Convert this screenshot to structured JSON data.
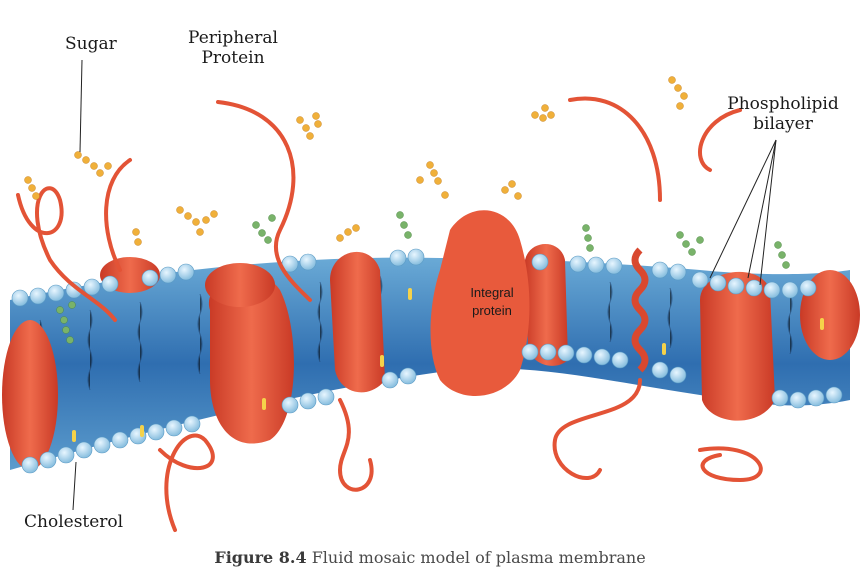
{
  "labels": {
    "sugar": "Sugar",
    "peripheral_protein_line1": "Peripheral",
    "peripheral_protein_line2": "Protein",
    "phospholipid_line1": "Phospholipid",
    "phospholipid_line2": "bilayer",
    "cholesterol": "Cholesterol",
    "integral_protein_line1": "Integral",
    "integral_protein_line2": "protein"
  },
  "caption": {
    "figure_number": "Figure 8.4",
    "text": "Fluid mosaic model of plasma membrane"
  },
  "colors": {
    "phospholipid_head": "#a9d8ef",
    "bilayer_core": "#3f7fbd",
    "protein": "#e4533a",
    "sugar_orange": "#f0b03a",
    "sugar_green": "#79b36a",
    "cholesterol": "#f5d24a"
  }
}
